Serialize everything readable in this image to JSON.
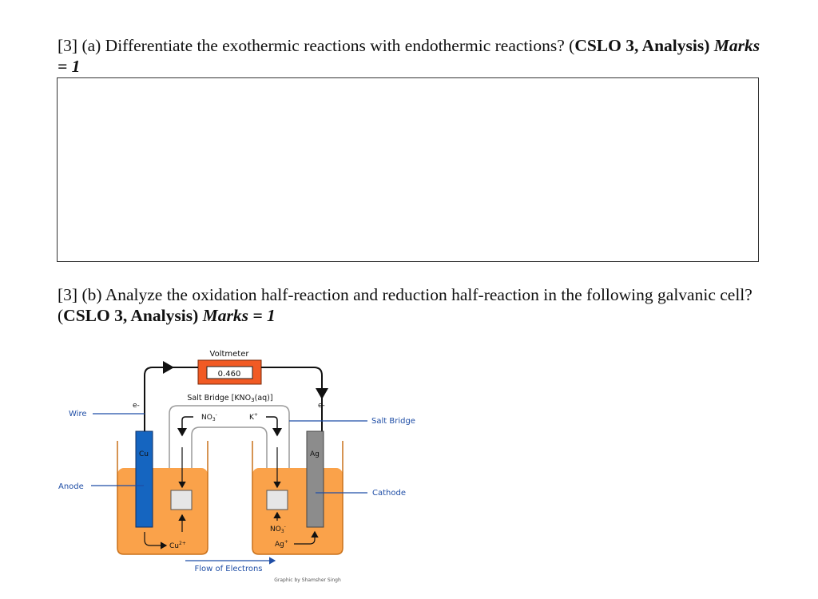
{
  "question_a": {
    "prefix": "[3] (a) Differentiate the exothermic reactions with endothermic reactions? (",
    "clo": "CSLO 3, Analysis)",
    "marks": "Marks = 1"
  },
  "question_b": {
    "prefix": "[3] (b) Analyze the oxidation half-reaction and reduction half-reaction in the following galvanic cell? (",
    "clo": "CSLO 3, Analysis)",
    "marks": "Marks = 1"
  },
  "diagram": {
    "voltmeter_label": "Voltmeter",
    "voltmeter_reading": "0.460",
    "salt_bridge_title": "Salt Bridge [KNO",
    "salt_bridge_sub": "3",
    "salt_bridge_tail": "(aq)]",
    "no3": "NO",
    "no3_sub": "3",
    "no3_sup": "-",
    "k": "K",
    "k_sup": "+",
    "electron_left": "e-",
    "electron_right": "e-",
    "wire_label": "Wire",
    "salt_bridge_label": "Salt Bridge",
    "anode_label": "Anode",
    "cathode_label": "Cathode",
    "cu_label": "Cu",
    "ag_label": "Ag",
    "cu_ion": "Cu",
    "cu_ion_sup": "2+",
    "ag_ion": "Ag",
    "ag_ion_sup": "+",
    "no3_right": "NO",
    "no3_right_sub": "3",
    "no3_right_sup": "-",
    "flow_label": "Flow of Electrons",
    "credit": "Graphic by Shamsher Singh",
    "colors": {
      "voltmeter": "#f15a24",
      "solution": "#faa24a",
      "cu_electrode": "#1565c0",
      "ag_electrode": "#8c8c8c",
      "label_blue": "#1f4ea6"
    }
  }
}
